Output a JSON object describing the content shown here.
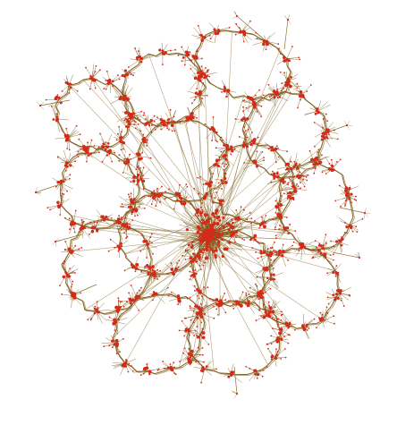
{
  "graph": {
    "layout": "force-directed",
    "edge_color": "#7a5a14",
    "node_color": "#d42a1a",
    "background": "#ffffff",
    "loops": 14,
    "hub": "center"
  }
}
